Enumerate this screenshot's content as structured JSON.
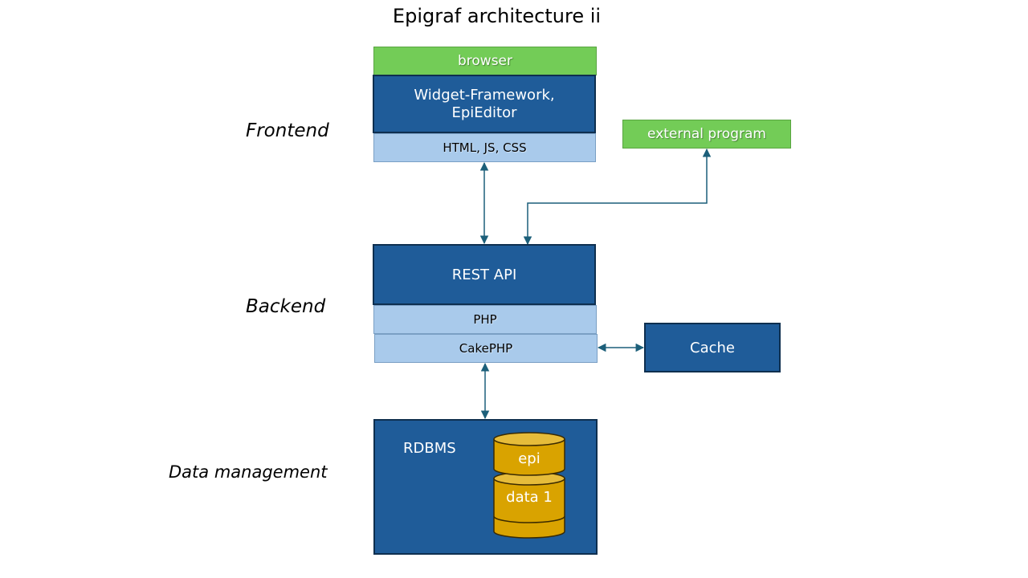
{
  "title": "Epigraf architecture ii",
  "tiers": {
    "frontend": "Frontend",
    "backend": "Backend",
    "data": "Data management"
  },
  "frontend": {
    "browser": "browser",
    "widget": "Widget-Framework,\nEpiEditor",
    "web_tech": "HTML, JS, CSS",
    "external": "external program"
  },
  "backend": {
    "api": "REST API",
    "php": "PHP",
    "framework": "CakePHP",
    "cache": "Cache"
  },
  "data": {
    "rdbms": "RDBMS",
    "db_epi": "epi",
    "db_data": "data 1"
  },
  "colors": {
    "dark_box": "#1f5c99",
    "light_box": "#a9caeb",
    "green_box": "#73cc57",
    "database": "#d9a300",
    "connector": "#1c5f7a"
  }
}
